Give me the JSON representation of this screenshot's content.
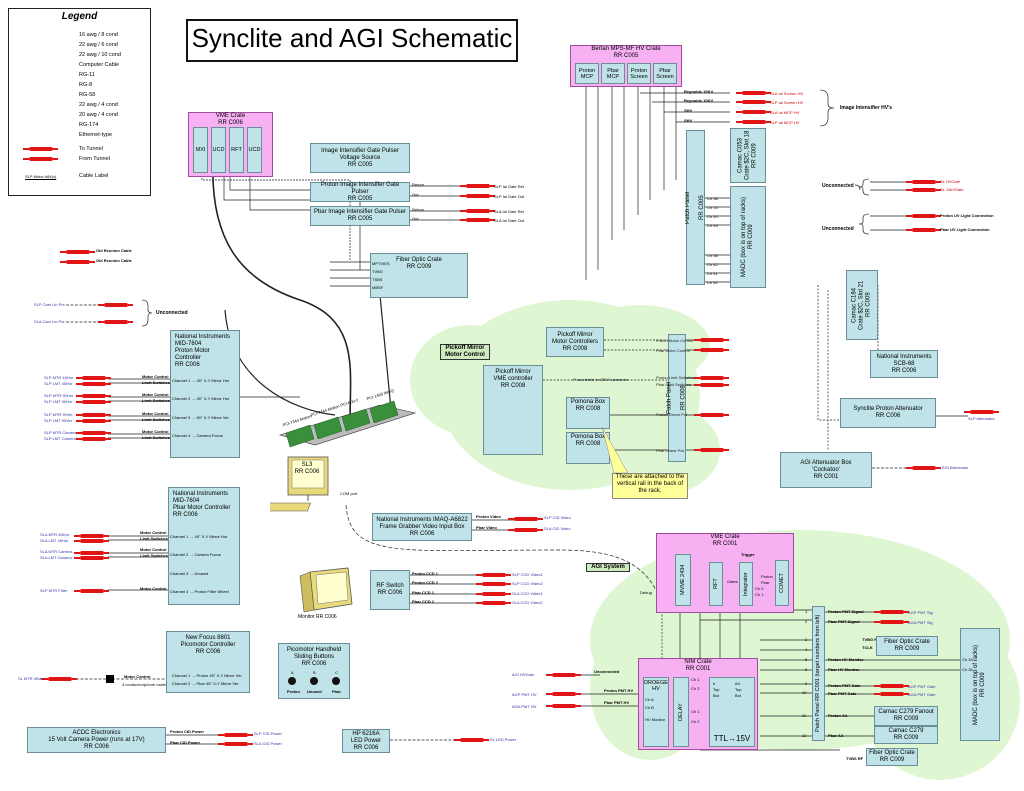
{
  "title": "Synclite and AGI Schematic",
  "legend": {
    "title": "Legend",
    "items": [
      "16 awg / 8 cond",
      "22 awg / 6 cond",
      "22 awg / 10 cond",
      "Computer Cable",
      "RG-11",
      "RG-8",
      "RG-58",
      "22 awg / 4 cond",
      "20 awg / 4 cond",
      "RG-174",
      "Ethernet-type",
      "To Tunnel",
      "From Tunnel",
      "Cable Label"
    ],
    "cable_label_sample": "SLP Motor #84(x)"
  },
  "vme_crate_rr": {
    "title": "VME Crate",
    "loc": "RR C006",
    "modules": [
      "MXI",
      "UCD",
      "RFT",
      "UCD"
    ]
  },
  "ii_gate_pulser": {
    "title": "Image Intensifier Gate Pulser",
    "sub": "Voltage Source",
    "loc": "RR C005"
  },
  "proton_ii_gate": {
    "title": "Proton Image Intensifier Gate Pulser",
    "loc": "RR C005",
    "ports": [
      "Return",
      "Out"
    ],
    "cables": [
      "SLP Ial Gate Ret",
      "SLP Ial Gate Out"
    ]
  },
  "pbar_ii_gate": {
    "title": "Pbar Image Intensifier Gate Pulser",
    "loc": "RR C005",
    "ports": [
      "Return",
      "Out"
    ],
    "cables": [
      "SLA Ial Gate Ret",
      "SLA Ial Gate Out"
    ]
  },
  "fiber_optic_top": {
    "title": "Fiber Optic Crate",
    "loc": "RR C009",
    "signals": [
      "MPTVIES",
      "TVBG",
      "TSBS",
      "MBSF"
    ]
  },
  "bertan": {
    "title": "Bertan MPS-MF HV Crate",
    "loc": "RR C005",
    "modules": [
      "Proton MCP",
      "Pbar MCP",
      "Proton Screen",
      "Pbar Screen"
    ]
  },
  "hv_lines": [
    {
      "label": "Reynolds 10KV",
      "cable": "SLA Ial Screen HV"
    },
    {
      "label": "Reynolds 10KV",
      "cable": "SLP Ial Screen HV"
    },
    {
      "label": "SHV",
      "cable": "SLA Ial MCP HV"
    },
    {
      "label": "SHV",
      "cable": "SLP Ial MCP HV"
    }
  ],
  "ii_hvs_label": "Image Intensifier HV's",
  "patch_panel_top": {
    "title": "Patch Panel",
    "loc": "RR C005",
    "channels": [
      "Ch 38",
      "Ch 15",
      "Ch 20",
      "Ch 43",
      "Ch 38",
      "Ch 42",
      "Ch 41",
      "Ch 42"
    ]
  },
  "camac_c053": {
    "title": "Camac C053",
    "sub": "Crate $2C, Slot 18",
    "loc": "RR C009"
  },
  "madc_top": {
    "title": "MADC (box is on top of racks)",
    "loc": "RR C009"
  },
  "unconnected_labels": [
    "Unconnected",
    "Unconnected",
    "Unconnected",
    "Unconnected"
  ],
  "unconnected_right": [
    {
      "cable": "SL HVGate"
    },
    {
      "cable": "SL 10kVGate"
    },
    {
      "cable": "Proton UV Light Connection"
    },
    {
      "cable": "Pbar UV Light Connection"
    }
  ],
  "old_reunion": [
    "Old Reunion Cable",
    "Old Reunion Cable"
  ],
  "left_cables_top": [
    "SLP Cam Lin Pot",
    "SLA Cam Lin Pot"
  ],
  "ni_proton": {
    "title": "National Instruments",
    "model": "MID-7604",
    "sub": "Proton Motor Controller",
    "loc": "RR C006",
    "channels": [
      "Channel 1 → 45° X-Y Mirror Hor",
      "Channel 2 → 45° X-Y Mirror Hor",
      "Channel 3 → 90° X-Y Mirror Ver",
      "Channel 4 → Camera Focus"
    ],
    "cables": [
      "SLP MTR 45Hor",
      "SLP LMT 45Hor",
      "SLP MTR 90Hor",
      "SLP LMT 90Hor",
      "SLP MTR 90Ver",
      "SLP LMT 90Ver",
      "SLP MTR Camera",
      "SLP LMT Camera"
    ],
    "tags": [
      "Motor Control",
      "Limit Switches"
    ]
  },
  "ni_pbar": {
    "title": "National Instruments",
    "model": "MID-7604",
    "sub": "Pbar Motor Controller",
    "loc": "RR C006",
    "channels": [
      "Channel 1 → 45° X-Y Mirror Hor",
      "Channel 2 → Camera Focus",
      "Channel 3 → Unused",
      "Channel 4 → Proton Filter Wheel"
    ],
    "cables": [
      "SLA MTR 45Hor",
      "SLA LMT 45Hor",
      "SLA MTR Camera",
      "SLA LMT Camera",
      "SLP MTR Filter"
    ],
    "tags": [
      "Motor Control",
      "Limit Switches"
    ]
  },
  "pci_cards": [
    "PCI-7344 Motion",
    "PCI-7344 Motion",
    "PCI-MXI-2",
    "PCI-1409 IMAQ"
  ],
  "sl3": {
    "title": "SL3",
    "loc": "RR C006",
    "port": "COM port"
  },
  "pickoff_label": "Pickoff Mirror Motor Control",
  "pickoff_ctrl": {
    "title": "Pickoff Mirror",
    "sub": "Motor Controllers",
    "loc": "RR C008"
  },
  "pickoff_vme": {
    "title": "Pickoff Mirror",
    "sub": "VME controller",
    "loc": "RR C008",
    "note": "P-connector or DB-9 connector"
  },
  "pomona1": {
    "title": "Pomona Box",
    "loc": "RR C008"
  },
  "pomona2": {
    "title": "Pomona Box",
    "loc": "RR C008"
  },
  "patch_panel_mid": {
    "title": "Patch Panel",
    "loc": "RR C008"
  },
  "pickoff_cables": [
    "Proton Motor Control",
    "Pbar Motor Control",
    "Proton Limit Switches",
    "Pbar Limit Switches",
    "Proton Linear Pot",
    "Pbar Linear Pot"
  ],
  "note_attached": "These are attached to the vertical rail in the back of the rack.",
  "camac_c184": {
    "title": "Camac C184",
    "sub": "Crate $2C, Slot 21",
    "loc": "RR C009"
  },
  "ni_scb": {
    "title": "National Instruments",
    "model": "SCB-68",
    "loc": "RR C006"
  },
  "synclite_att": {
    "title": "Synclite Proton Attenuator",
    "loc": "RR C006",
    "cable": "SLP Attenuator"
  },
  "agi_att": {
    "title": "AGI Attenuator Box",
    "sub": "'Cockatoo'",
    "loc": "RR C001",
    "cable": "AGI Attenuator"
  },
  "imaq": {
    "title": "National Instruments IMAQ-A6822",
    "sub": "Frame Grabber Video Input Box",
    "loc": "RR C006",
    "ports": [
      "Proton Video",
      "Pbar Video"
    ],
    "cables": [
      "SLP CID Video",
      "SLA CID Video"
    ]
  },
  "rf_switch": {
    "title": "RF Switch",
    "loc": "RR C006",
    "ports": [
      "Proton CCD 1",
      "Proton CCD 2",
      "Pbar CCD 1",
      "Pbar CCD 2"
    ],
    "cables": [
      "SLP CCD Video1",
      "SLP CCD Video2",
      "SLA CCD Video1",
      "SLA CCD Video2"
    ]
  },
  "monitor": {
    "label": "Monitor  RR C006"
  },
  "new_focus": {
    "title": "New Focus 8801",
    "sub": "Picomotor Controller",
    "loc": "RR C006",
    "channels": [
      "Channel 1 → Proton 45° X-Y Mirror Ver",
      "Channel 2 → Pbar 45° X-Y Mirror Ver"
    ],
    "cable": "SL MTR 45Ver",
    "tag": "Motor Control",
    "note": "4 conductor/phone cable"
  },
  "picomotor": {
    "title": "Picomotor Handheld",
    "sub": "Sliding Buttons",
    "loc": "RR C006",
    "buttons": [
      "A",
      "B",
      "C"
    ],
    "labels": [
      "Proton",
      "Unused",
      "Pbar"
    ]
  },
  "acdc": {
    "title": "ACDC Electronics",
    "sub": "15 Volt Camera Power (runs at 17V)",
    "loc": "RR C006",
    "ports": [
      "Proton CID Power",
      "Pbar CID Power"
    ],
    "cables": [
      "SLP CID Power",
      "SLA CID Power"
    ]
  },
  "hp_power": {
    "title": "HP 6216A",
    "sub": "LED Power",
    "loc": "RR C006",
    "cable": "SL LED Power"
  },
  "agi_system_label": "AGI System",
  "vme_crate_c001": {
    "title": "VME Crate",
    "loc": "RR C001",
    "modules": [
      "MVME 2434",
      "RFT",
      "Integrator",
      "COMET"
    ],
    "labels": [
      "Trigger",
      "Gates",
      "Ch 0",
      "Ch 1",
      "Proton",
      "Pbar"
    ],
    "debug": "Debug"
  },
  "nim_crate": {
    "title": "NIM Crate",
    "loc": "RR C001",
    "modules": [
      "DROEGE HV",
      "DELAY",
      "TTL→15V"
    ],
    "labels": [
      "Ch A",
      "Ch B",
      "HV Monitor",
      "Ch 1",
      "Ch 2",
      "Ch 3",
      "Ch 4",
      "Ch 3",
      "Ch 4",
      "Ch 1",
      "Ch 2",
      "Bot",
      "Top",
      "Bot",
      "Top",
      "tr",
      "rtd"
    ]
  },
  "agi_left_cables": [
    {
      "cable": "AGI HVGate",
      "label": "Unconnected"
    },
    {
      "cable": "AGP PMT HV",
      "label": "Proton PMT HV"
    },
    {
      "cable": "AGA PMT HV",
      "label": "Pbar PMT HV"
    }
  ],
  "patch_panel_c001": {
    "title": "Patch Panel RR C001 (target numbers from left)",
    "rows": [
      {
        "n": "1",
        "label": "Proton PMT Signal",
        "cable": "AGP PMT Sig"
      },
      {
        "n": "2",
        "label": "Pbar PMT Signal",
        "cable": "AGA PMT Sig"
      },
      {
        "n": "3",
        "label": "TVBG RF"
      },
      {
        "n": "4",
        "label": "TCLK"
      },
      {
        "n": "5",
        "label": "Proton HV Monitor"
      },
      {
        "n": "6",
        "label": "Pbar HV Monitor"
      },
      {
        "n": "9",
        "label": "Proton PMT Gate",
        "cable": "AGP PMT Gate"
      },
      {
        "n": "10",
        "label": "Pbar PMT Gate",
        "cable": "AGA PMT Gate"
      },
      {
        "n": "11",
        "label": "Proton AA"
      },
      {
        "n": "12",
        "label": "Pbar AA"
      }
    ]
  },
  "fiber_optic_c009_a": {
    "title": "Fiber Optic Crate",
    "loc": "RR C009",
    "signals": [
      "TVBG RF",
      "TCLK"
    ]
  },
  "fiber_optic_c009_b": {
    "title": "Fiber Optic Crate",
    "loc": "RR C009",
    "signals": [
      "TVBS RF"
    ]
  },
  "camac_c279_fanout": {
    "title": "Camac C279 Fanout",
    "loc": "RR C009"
  },
  "camac_c279": {
    "title": "Camac C279",
    "loc": "RR C009"
  },
  "madc_bottom": {
    "title": "MADC (box is on top of racks)",
    "loc": "RR C009",
    "channels": [
      "Ch 34",
      "Ch 35"
    ]
  }
}
